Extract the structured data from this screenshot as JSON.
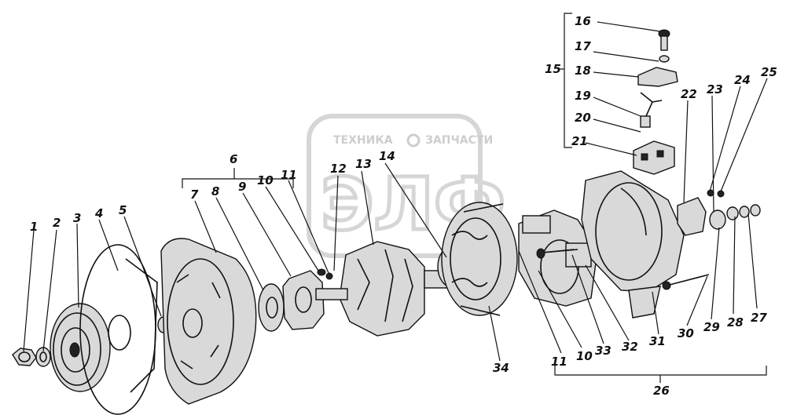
{
  "watermark": {
    "top_line_left": "ТЕХНИКА",
    "top_line_right": "ЗАПЧАСТИ",
    "logo_text": "ЭЛФ"
  },
  "callouts": [
    "1",
    "2",
    "3",
    "4",
    "5",
    "6",
    "7",
    "8",
    "9",
    "10",
    "11",
    "12",
    "13",
    "14",
    "15",
    "16",
    "17",
    "18",
    "19",
    "20",
    "21",
    "22",
    "23",
    "24",
    "25",
    "26",
    "27",
    "28",
    "29",
    "30",
    "31",
    "32",
    "33",
    "34",
    "11",
    "10"
  ]
}
